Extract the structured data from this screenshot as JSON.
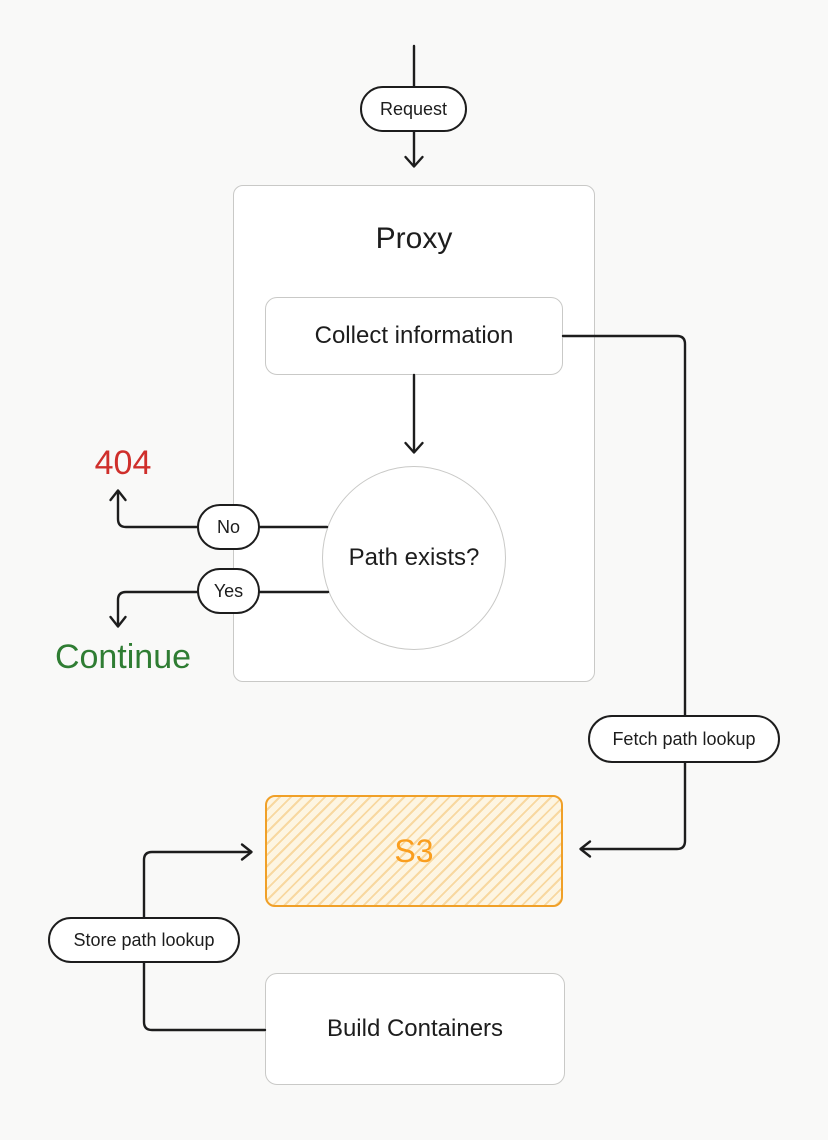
{
  "colors": {
    "background": "#f9f9f8",
    "node_fill": "#ffffff",
    "line": "#1d1d1d",
    "muted_border": "#c9c9c7",
    "error_text": "#cf2f2b",
    "success_text": "#2f7d33",
    "s3_border": "#f0a028",
    "s3_text": "#fa9e1e",
    "s3_fill": "#fdf5e2",
    "s3_stripe": "#f8d8a0"
  },
  "nodes": {
    "request": {
      "label": "Request"
    },
    "proxy": {
      "title": "Proxy"
    },
    "collect_information": {
      "label": "Collect information"
    },
    "path_exists": {
      "label": "Path exists?"
    },
    "branch_no": {
      "label": "No"
    },
    "branch_yes": {
      "label": "Yes"
    },
    "result_404": {
      "label": "404"
    },
    "result_continue": {
      "label": "Continue"
    },
    "fetch_path_lookup": {
      "label": "Fetch path lookup"
    },
    "s3": {
      "label": "S3"
    },
    "store_path_lookup": {
      "label": "Store path lookup"
    },
    "build_containers": {
      "label": "Build Containers"
    }
  }
}
